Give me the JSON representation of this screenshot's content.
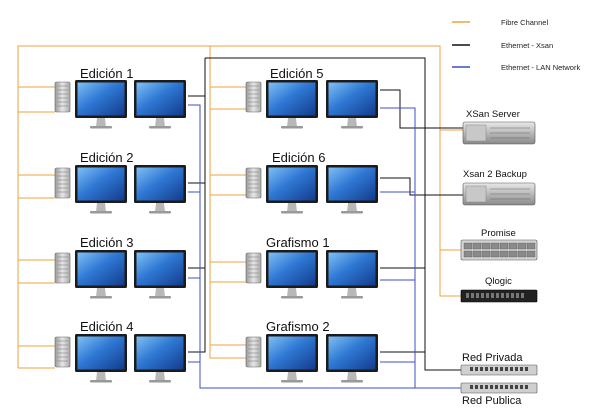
{
  "legend": [
    {
      "label": "Fibre Channel",
      "color": "#f0a040"
    },
    {
      "label": "Ethernet - Xsan",
      "color": "#111111"
    },
    {
      "label": "Ethernet - LAN Network",
      "color": "#3b4fc4"
    }
  ],
  "workstations": [
    {
      "label": "Edición 1"
    },
    {
      "label": "Edición 2"
    },
    {
      "label": "Edición 3"
    },
    {
      "label": "Edición 4"
    },
    {
      "label": "Edición 5"
    },
    {
      "label": "Edición 6"
    },
    {
      "label": "Grafismo 1"
    },
    {
      "label": "Grafismo 2"
    }
  ],
  "devices": [
    {
      "label": "XSan Server"
    },
    {
      "label": "Xsan 2 Backup"
    },
    {
      "label": "Promise"
    },
    {
      "label": "Qlogic"
    }
  ],
  "switches": [
    {
      "label": "Red Privada"
    },
    {
      "label": "Red Publica"
    }
  ],
  "colors": {
    "fibre": "#f0a040",
    "xsan": "#111111",
    "lan": "#3b4fc4",
    "screen": "#2f78d4"
  }
}
